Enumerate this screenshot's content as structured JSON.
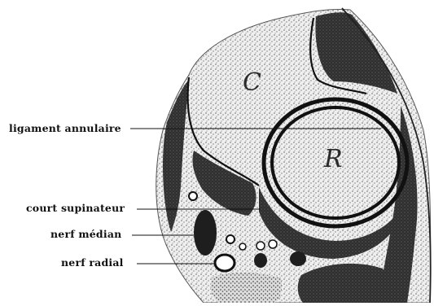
{
  "figure": {
    "labels": {
      "ligament_annulaire": "ligament annulaire",
      "court_supinateur": "court supinateur",
      "nerf_median": "nerf médian",
      "nerf_radial": "nerf radial"
    },
    "section_letters": {
      "cubitus": "C",
      "radius": "R"
    },
    "colors": {
      "ink": "#111111",
      "paper": "#ffffff",
      "stipple_tissue": "#c9c9c9",
      "dark_muscle": "#2b2b2b"
    }
  }
}
